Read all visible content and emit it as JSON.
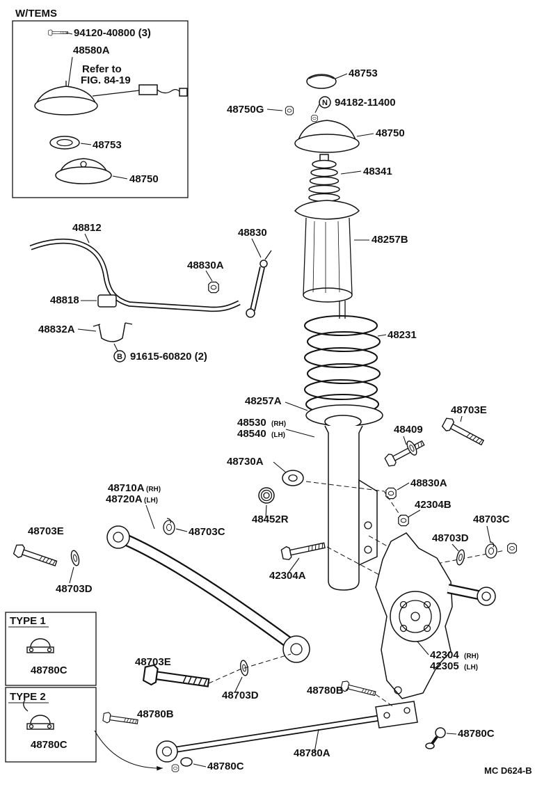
{
  "meta": {
    "drawing_code": "MC D624-B"
  },
  "tems_box": {
    "title": "W/TEMS",
    "bolt_part": "94120-40800 (3)",
    "support_part": "48580A",
    "refer_line1": "Refer to",
    "refer_line2": "FIG. 84-19",
    "ring_part": "48753",
    "mount_part": "48750"
  },
  "strut": {
    "cap": "48753",
    "nut_small": "48750G",
    "nut_letter": "N",
    "nut_part": "94182-11400",
    "support": "48750",
    "bumper": "48341",
    "dust_cover": "48257B",
    "spring": "48231",
    "spring_seat": "48257A",
    "shock_rh": "48530",
    "shock_rh_side": "(RH)",
    "shock_lh": "48540",
    "shock_lh_side": "(LH)",
    "bolt": "48409",
    "bolt2": "48703E",
    "cushion": "48730A",
    "nut_mid": "48830A",
    "nut_lower": "42304B",
    "retainer": "48452R"
  },
  "stabilizer": {
    "bar": "48812",
    "link": "48830",
    "link_nut": "48830A",
    "bushing": "48818",
    "bracket": "48832A",
    "bolt_letter": "B",
    "bolt_part": "91615-60820 (2)"
  },
  "upper_arm": {
    "arm_rh": "48710A",
    "arm_rh_side": "(RH)",
    "arm_lh": "48720A",
    "arm_lh_side": "(LH)",
    "bolt_left": "48703E",
    "washer_left": "48703D",
    "clip_left": "48703C",
    "bolt_right": "42304A",
    "clip_right": "48703C",
    "washer_right": "48703D"
  },
  "knuckle": {
    "rh": "42304",
    "rh_side": "(RH)",
    "lh": "42305",
    "lh_side": "(LH)"
  },
  "lower_arm": {
    "rod": "48780A",
    "bolt_long": "48703E",
    "washer": "48703D",
    "bolt_right": "48780B",
    "bolt_left": "48780B",
    "ball": "48780C",
    "clamp": "48780C"
  },
  "type1": {
    "title": "TYPE 1",
    "part": "48780C"
  },
  "type2": {
    "title": "TYPE 2",
    "part": "48780C"
  }
}
